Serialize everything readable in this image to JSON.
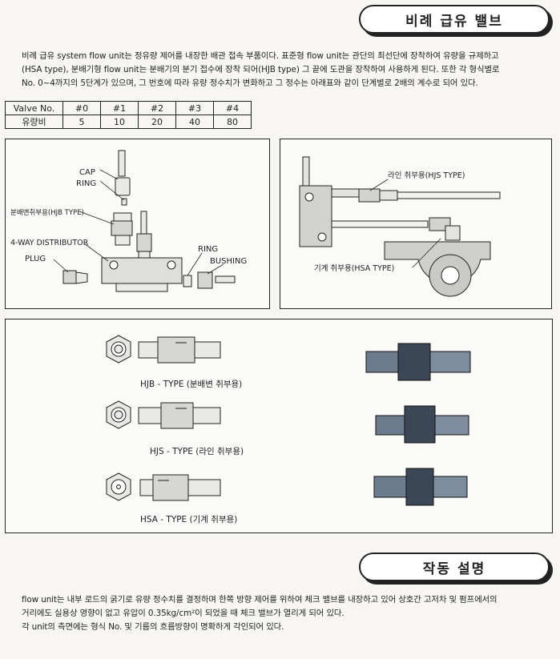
{
  "header": {
    "title": "비례 급유 밸브"
  },
  "intro": {
    "lines": [
      "비례 급유 system flow unit는 정유량 제어를 내장한 배관 접속 부품이다. 표준형 flow unit는 관단의 최선단에 장착하여 유량을 규제하고",
      "(HSA type), 분배기형 flow unit는 분배기의 분기 접수에 장착 되어(HJB type) 그 끝에 도관을 장착하여 사용하게 된다. 또한 각 형식별로",
      "No. 0~4까지의 5단계가 있으며, 그 번호에 따라 유량 정수치가 변화하고 그 정수는 아래표와 같이 단계별로 2배의 계수로 되어 있다."
    ]
  },
  "valve_table": {
    "row1": [
      "Valve No.",
      "#0",
      "#1",
      "#2",
      "#3",
      "#4"
    ],
    "row2": [
      "유량비",
      "5",
      "10",
      "20",
      "40",
      "80"
    ]
  },
  "assembly": {
    "cap": "CAP",
    "ring1": "RING",
    "hjb": "분배변취부용(HJB TYPE)",
    "distributor": "4-WAY DISTRIBUTOR",
    "plug": "PLUG",
    "ring2": "RING",
    "bushing": "BUSHING"
  },
  "mount": {
    "hjs": "라인 취부용(HJS TYPE)",
    "hsa": "기계 취부용(HSA TYPE)"
  },
  "types": {
    "hjb": "HJB - TYPE (분배변 취부용)",
    "hjs": "HJS - TYPE (라인 취부용)",
    "hsa": "HSA - TYPE (기계 취부용)"
  },
  "section": {
    "title": "작동 설명"
  },
  "operation": {
    "lines": [
      "flow unit는 내부 로드의 굵기로 유량 정수치를 결정하며 한쪽 방향 제어를 위하여 체크 밸브를 내장하고 있어 상호간 고저차 및 펌프에서의",
      "거리에도 실용상 영향이 없고 유압이 0.35kg/cm²이 되었을 때 체크 밸브가 열리게 되어 있다.",
      "각 unit의 측면에는 형식 No. 및 기름의 흐름방향이 명확하게 각인되어 있다."
    ]
  }
}
